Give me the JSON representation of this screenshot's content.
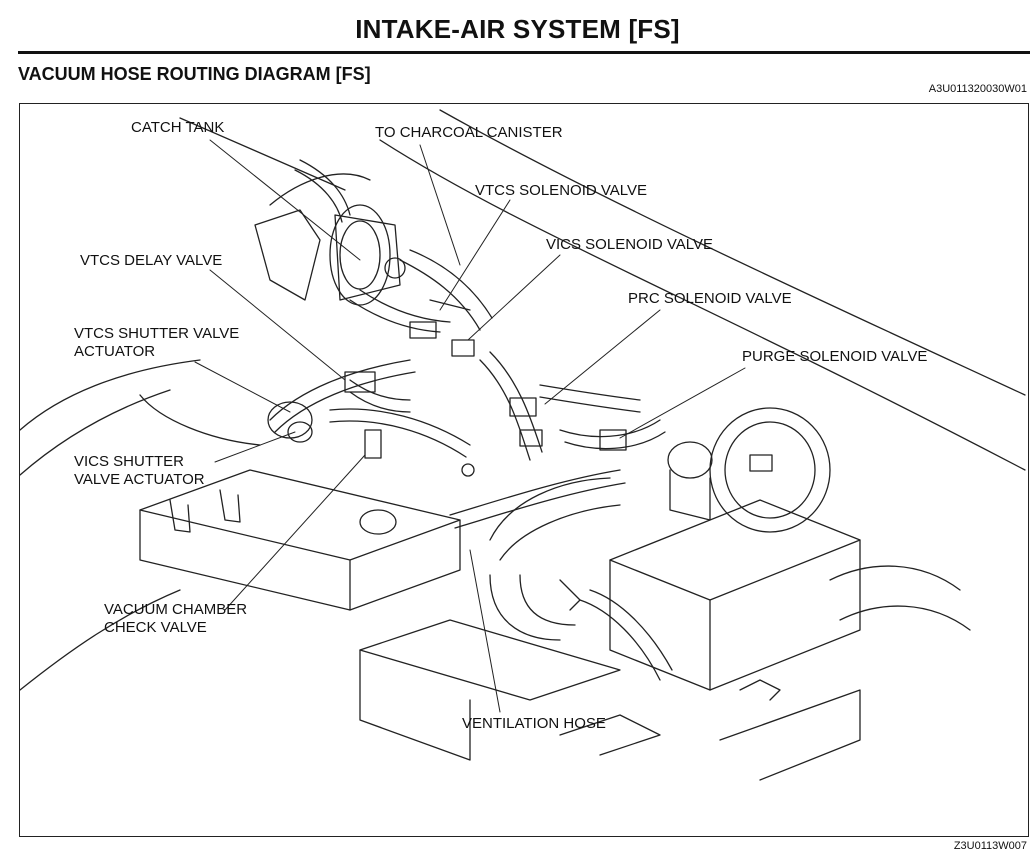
{
  "header": {
    "title": "INTAKE-AIR SYSTEM [FS]",
    "section_title": "VACUUM HOSE ROUTING DIAGRAM [FS]",
    "document_id": "A3U011320030W01",
    "figure_id": "Z3U0113W007"
  },
  "callouts": {
    "catch_tank": "CATCH TANK",
    "to_charcoal_canister": "TO CHARCOAL CANISTER",
    "vtcs_solenoid_valve": "VTCS SOLENOID VALVE",
    "vics_solenoid_valve": "VICS SOLENOID VALVE",
    "vtcs_delay_valve": "VTCS DELAY VALVE",
    "prc_solenoid_valve": "PRC SOLENOID VALVE",
    "vtcs_shutter_valve_actuator": [
      "VTCS SHUTTER VALVE",
      "ACTUATOR"
    ],
    "purge_solenoid_valve": "PURGE SOLENOID VALVE",
    "vics_shutter_valve_actuator": [
      "VICS SHUTTER",
      "VALVE ACTUATOR"
    ],
    "vacuum_chamber_check_valve": [
      "VACUUM CHAMBER",
      "CHECK VALVE"
    ],
    "ventilation_hose": "VENTILATION HOSE"
  }
}
